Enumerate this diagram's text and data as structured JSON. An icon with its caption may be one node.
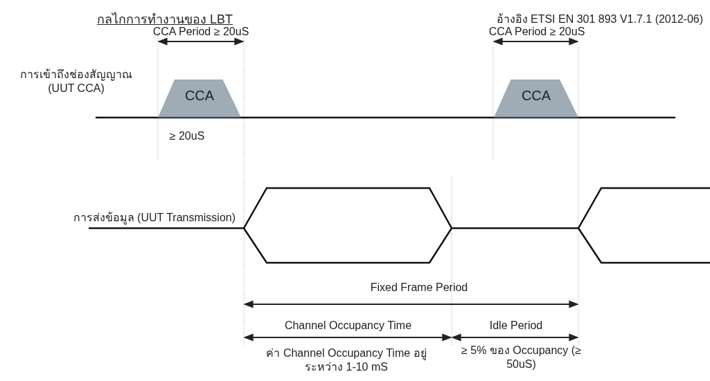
{
  "diagram": {
    "title": "กลไกการทำงานของ LBT",
    "nodes": [
      {
        "text": [
          "CCA"
        ]
      },
      {
        "text": [
          "CCA"
        ]
      }
    ],
    "labels": [
      "อ้างอิง ETSI EN 301 893 V1.7.1 (2012-06)",
      "CCA Period ≥ 20uS",
      "CCA Period ≥ 20uS",
      "การเข้าถึงช่องสัญญาณ (UUT CCA)",
      "≥ 20uS",
      "การส่งข้อมูล (UUT Transmission)",
      "Fixed Frame Period",
      "Channel Occupancy Time",
      "Idle Period",
      "ค่า Channel Occupancy Time อยู่ระหว่าง 1-10 mS",
      "≥ 5% ของ Occupancy (≥ 50uS)"
    ]
  }
}
